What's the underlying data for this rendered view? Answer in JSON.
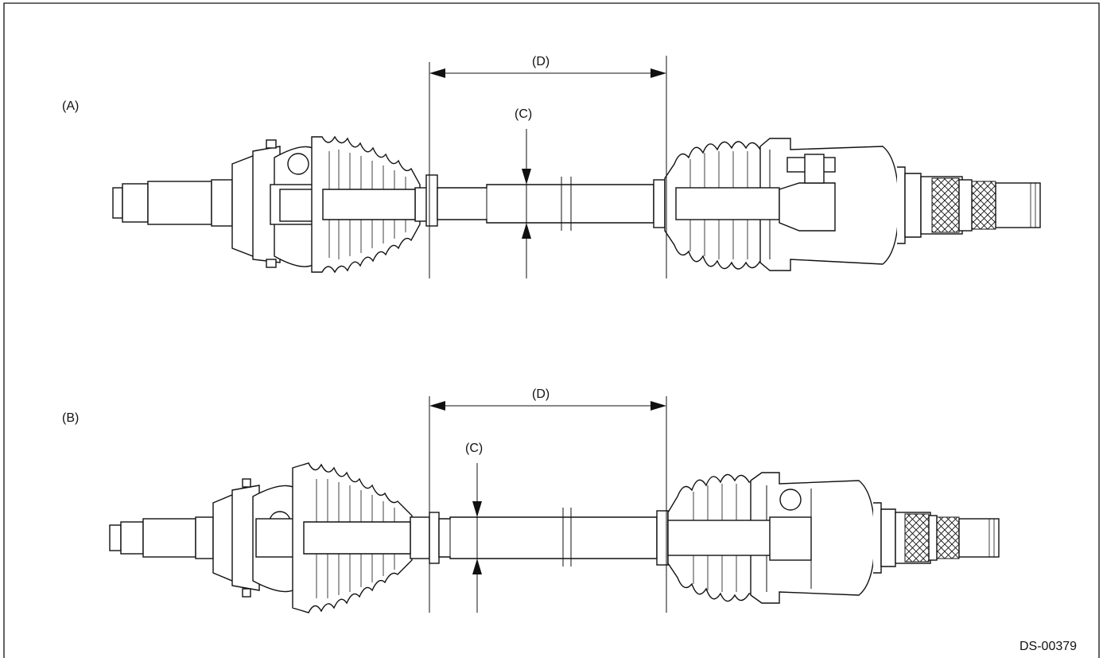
{
  "figure_code": "DS-00379",
  "views": [
    {
      "label": "(A)",
      "dim_c": "(C)",
      "dim_d": "(D)"
    },
    {
      "label": "(B)",
      "dim_c": "(C)",
      "dim_d": "(D)"
    }
  ]
}
